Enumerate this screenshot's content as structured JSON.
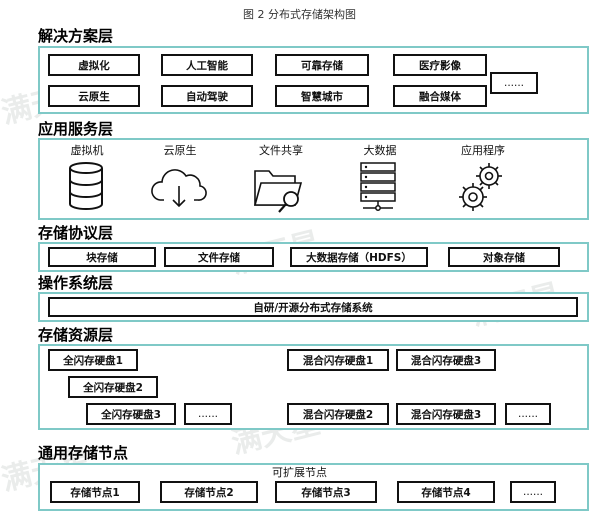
{
  "caption": "图 2  分布式存储架构图",
  "watermark_text": "满天星",
  "frame_color": "#7fc9c7",
  "layers": {
    "solution": {
      "title": "解决方案层",
      "items": [
        "虚拟化",
        "人工智能",
        "可靠存储",
        "医疗影像",
        "云原生",
        "自动驾驶",
        "智慧城市",
        "融合媒体"
      ],
      "more": "......"
    },
    "service": {
      "title": "应用服务层",
      "items": [
        {
          "label": "虚拟机",
          "icon": "database-icon"
        },
        {
          "label": "云原生",
          "icon": "cloud-download-icon"
        },
        {
          "label": "文件共享",
          "icon": "folder-search-icon"
        },
        {
          "label": "大数据",
          "icon": "server-rack-icon"
        },
        {
          "label": "应用程序",
          "icon": "gears-icon"
        }
      ]
    },
    "protocol": {
      "title": "存储协议层",
      "items": [
        "块存储",
        "文件存储",
        "大数据存储（HDFS）",
        "对象存储"
      ]
    },
    "os": {
      "title": "操作系统层",
      "item": "自研/开源分布式存储系统"
    },
    "resource": {
      "title": "存储资源层",
      "allflash": [
        "全闪存硬盘1",
        "全闪存硬盘2",
        "全闪存硬盘3"
      ],
      "hybrid": [
        "混合闪存硬盘1",
        "混合闪存硬盘3",
        "混合闪存硬盘2",
        "混合闪存硬盘3"
      ],
      "more": "......"
    },
    "node": {
      "title": "通用存储节点",
      "subtitle": "可扩展节点",
      "items": [
        "存储节点1",
        "存储节点2",
        "存储节点3",
        "存储节点4"
      ],
      "more": "......"
    }
  }
}
